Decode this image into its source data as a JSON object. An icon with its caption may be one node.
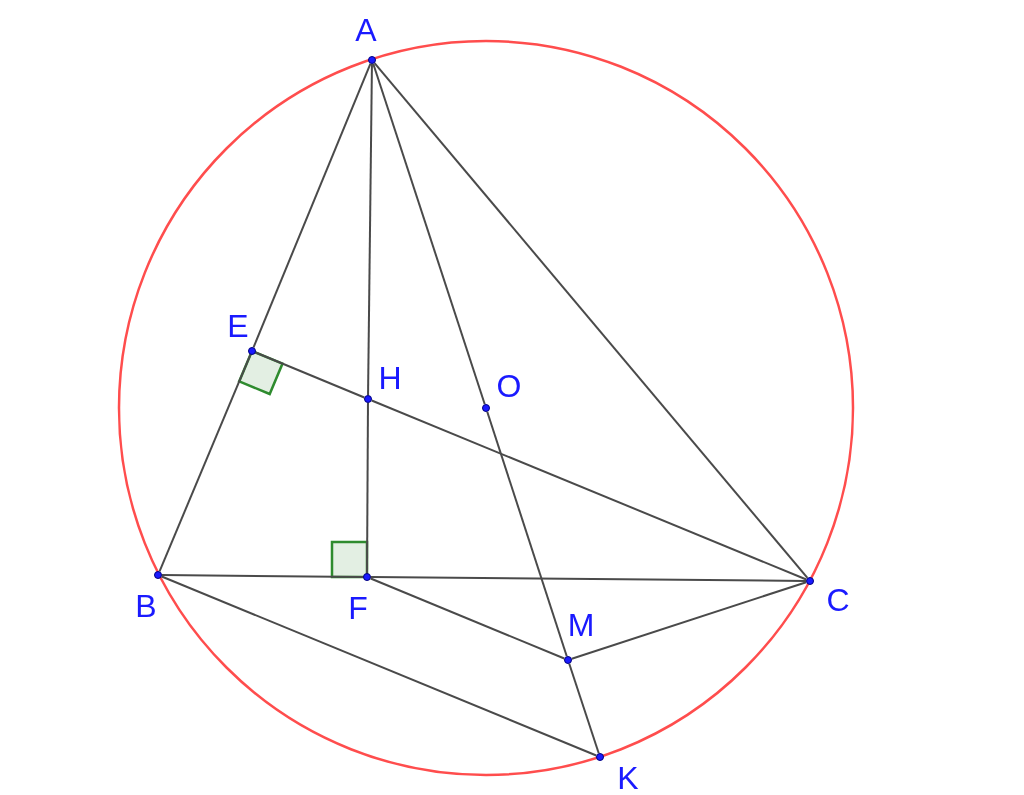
{
  "diagram": {
    "nodes": [
      {
        "text": [
          "A"
        ]
      },
      {
        "text": [
          "B"
        ]
      },
      {
        "text": [
          "C"
        ]
      },
      {
        "text": [
          "E"
        ]
      },
      {
        "text": [
          "H"
        ]
      },
      {
        "text": [
          "F"
        ]
      },
      {
        "text": [
          "O"
        ]
      },
      {
        "text": [
          "M"
        ]
      },
      {
        "text": [
          "K"
        ]
      }
    ],
    "edges": [
      {
        "from": 0,
        "to": 3,
        "arrow": "none"
      },
      {
        "from": 3,
        "to": 1,
        "arrow": "none"
      },
      {
        "from": 0,
        "to": 2,
        "arrow": "none"
      },
      {
        "from": 0,
        "to": 4,
        "arrow": "none"
      },
      {
        "from": 4,
        "to": 5,
        "arrow": "none"
      },
      {
        "from": 0,
        "to": 6,
        "arrow": "none"
      },
      {
        "from": 6,
        "to": 7,
        "arrow": "none"
      },
      {
        "from": 7,
        "to": 8,
        "arrow": "none"
      },
      {
        "from": 1,
        "to": 5,
        "arrow": "none"
      },
      {
        "from": 5,
        "to": 2,
        "arrow": "none"
      },
      {
        "from": 3,
        "to": 4,
        "arrow": "none"
      },
      {
        "from": 4,
        "to": 2,
        "arrow": "none"
      },
      {
        "from": 1,
        "to": 8,
        "arrow": "none"
      },
      {
        "from": 5,
        "to": 7,
        "arrow": "none"
      },
      {
        "from": 7,
        "to": 2,
        "arrow": "none"
      }
    ]
  }
}
